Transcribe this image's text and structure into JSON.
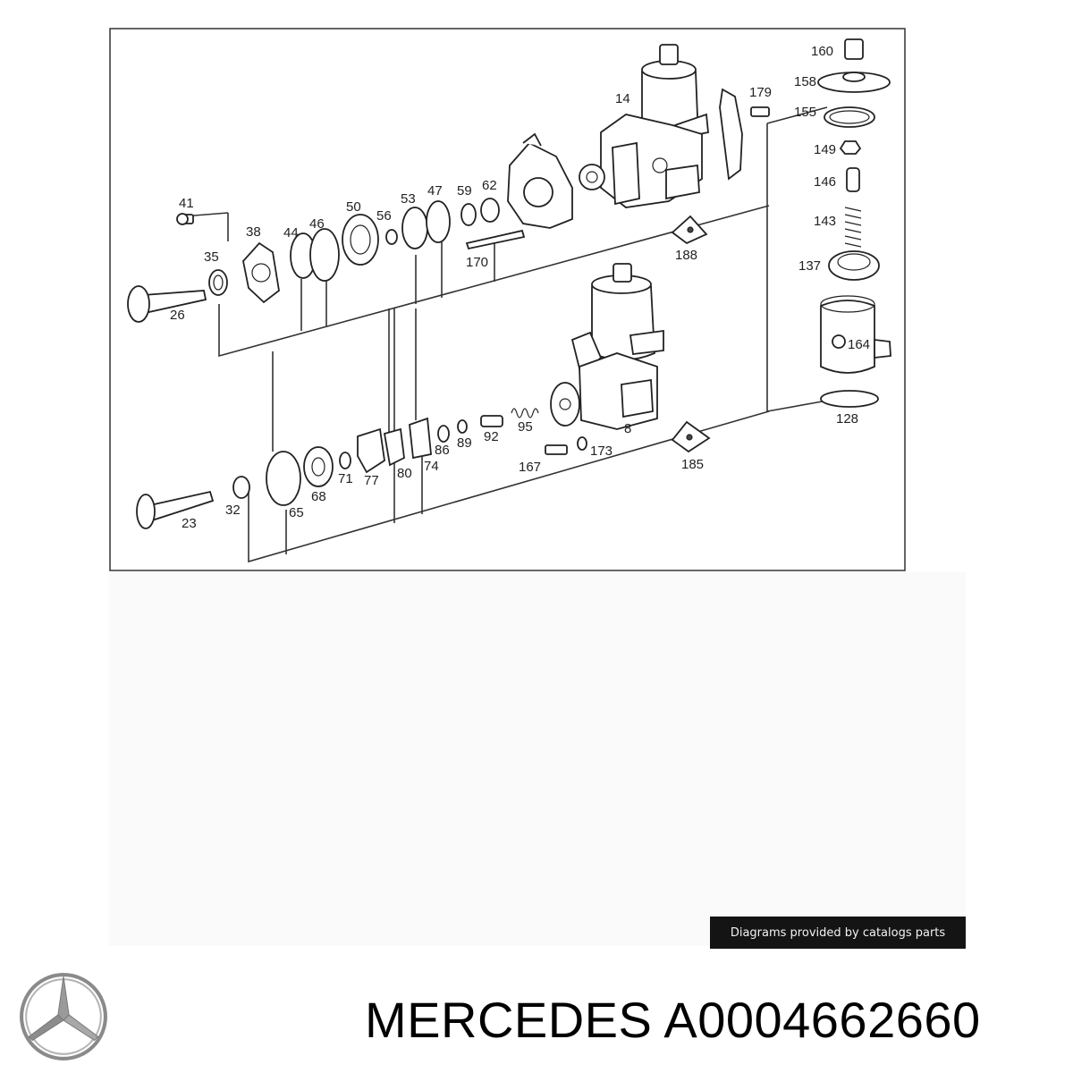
{
  "diagram": {
    "callouts": [
      {
        "id": "c160",
        "text": "160"
      },
      {
        "id": "c158",
        "text": "158"
      },
      {
        "id": "c155",
        "text": "155"
      },
      {
        "id": "c149",
        "text": "149"
      },
      {
        "id": "c146",
        "text": "146"
      },
      {
        "id": "c143",
        "text": "143"
      },
      {
        "id": "c137",
        "text": "137"
      },
      {
        "id": "c164",
        "text": "164"
      },
      {
        "id": "c128",
        "text": "128"
      },
      {
        "id": "c179",
        "text": "179"
      },
      {
        "id": "c14",
        "text": "14"
      },
      {
        "id": "c188",
        "text": "188"
      },
      {
        "id": "c185",
        "text": "185"
      },
      {
        "id": "c41",
        "text": "41"
      },
      {
        "id": "c38",
        "text": "38"
      },
      {
        "id": "c35",
        "text": "35"
      },
      {
        "id": "c26",
        "text": "26"
      },
      {
        "id": "c44",
        "text": "44"
      },
      {
        "id": "c46",
        "text": "46"
      },
      {
        "id": "c50",
        "text": "50"
      },
      {
        "id": "c56",
        "text": "56"
      },
      {
        "id": "c53",
        "text": "53"
      },
      {
        "id": "c47",
        "text": "47"
      },
      {
        "id": "c59",
        "text": "59"
      },
      {
        "id": "c62",
        "text": "62"
      },
      {
        "id": "c170",
        "text": "170"
      },
      {
        "id": "c23",
        "text": "23"
      },
      {
        "id": "c32",
        "text": "32"
      },
      {
        "id": "c65",
        "text": "65"
      },
      {
        "id": "c68",
        "text": "68"
      },
      {
        "id": "c71",
        "text": "71"
      },
      {
        "id": "c77",
        "text": "77"
      },
      {
        "id": "c80",
        "text": "80"
      },
      {
        "id": "c74",
        "text": "74"
      },
      {
        "id": "c86",
        "text": "86"
      },
      {
        "id": "c89",
        "text": "89"
      },
      {
        "id": "c92",
        "text": "92"
      },
      {
        "id": "c95",
        "text": "95"
      },
      {
        "id": "c167",
        "text": "167"
      },
      {
        "id": "c173",
        "text": "173"
      },
      {
        "id": "c8",
        "text": "8"
      }
    ]
  },
  "badge": {
    "text": "Diagrams provided by catalogs parts"
  },
  "footer": {
    "brand": "MERCEDES",
    "part_number": "A0004662660",
    "title": "MERCEDES A0004662660"
  },
  "logo": {
    "icon": "mercedes-star-icon",
    "color": "#8a8a8a"
  }
}
